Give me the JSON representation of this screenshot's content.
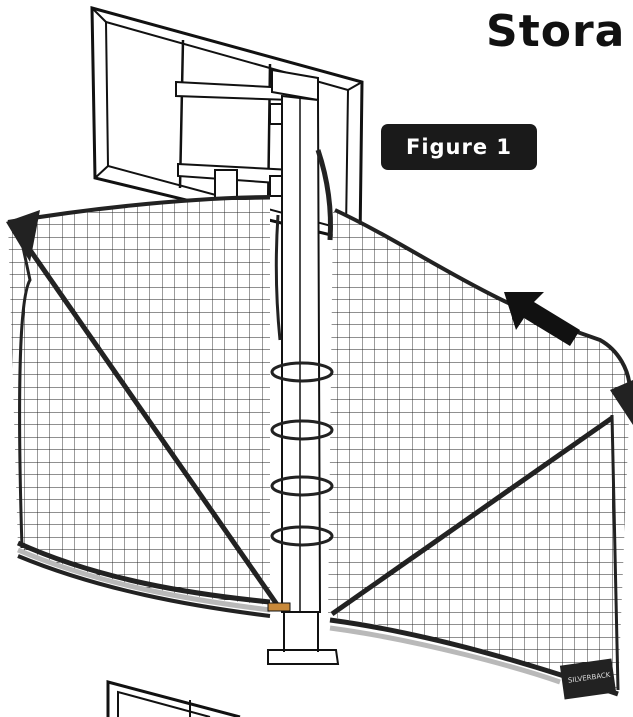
{
  "page": {
    "title": "Stora",
    "figure_label": "Figure 1"
  },
  "net_brand": {
    "logo_text": "SILVERBACK"
  },
  "colors": {
    "ink": "#111111",
    "net_border": "#222222",
    "bottom_pad": "#b9b9b9",
    "pole_accent": "#c8893a"
  },
  "icons": {
    "direction_arrow": "arrow-up-left-icon"
  }
}
